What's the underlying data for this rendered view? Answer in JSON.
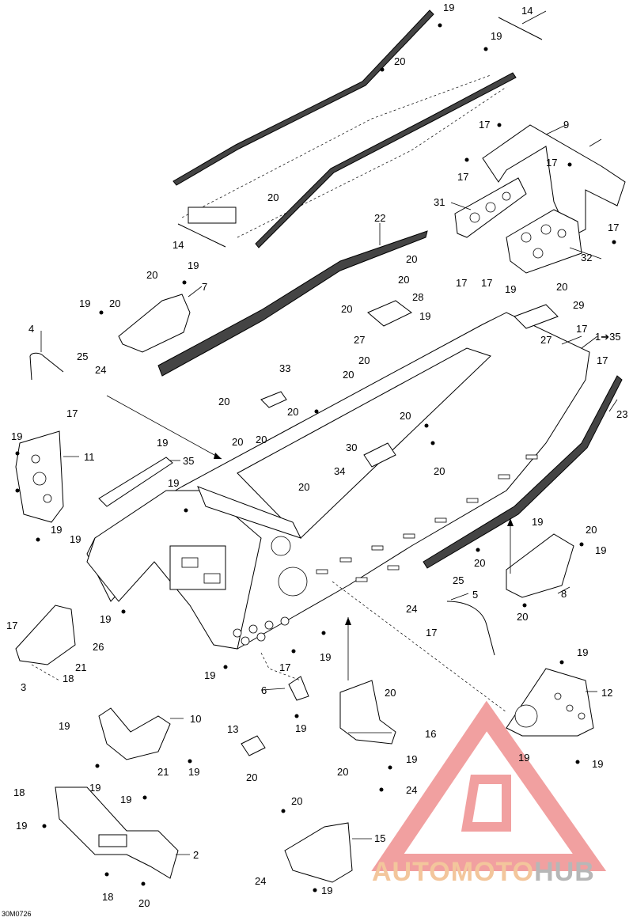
{
  "drawing_code": "30M0726",
  "brand": {
    "part1": "AUTO",
    "part2": "MOTO",
    "part3": "HUB",
    "colors": {
      "auto": "#f3c69c",
      "moto": "#f3c69c",
      "hub": "#b7b7b7",
      "triangle": "#ef8f8f"
    }
  },
  "callouts": [
    {
      "id": "c19a",
      "text": "19"
    },
    {
      "id": "c14a",
      "text": "14"
    },
    {
      "id": "c19b",
      "text": "19"
    },
    {
      "id": "c20a",
      "text": "20"
    },
    {
      "id": "c17a",
      "text": "17"
    },
    {
      "id": "c9",
      "text": "9"
    },
    {
      "id": "c17b",
      "text": "17"
    },
    {
      "id": "c17c",
      "text": "17"
    },
    {
      "id": "c20b",
      "text": "20"
    },
    {
      "id": "c31",
      "text": "31"
    },
    {
      "id": "c17d",
      "text": "17"
    },
    {
      "id": "c14b",
      "text": "14"
    },
    {
      "id": "c32",
      "text": "32"
    },
    {
      "id": "c22",
      "text": "22"
    },
    {
      "id": "c20c",
      "text": "20"
    },
    {
      "id": "c19c",
      "text": "19"
    },
    {
      "id": "c20d",
      "text": "20"
    },
    {
      "id": "c7",
      "text": "7"
    },
    {
      "id": "c20e",
      "text": "20"
    },
    {
      "id": "c17e",
      "text": "17"
    },
    {
      "id": "c17f",
      "text": "17"
    },
    {
      "id": "c19d",
      "text": "19"
    },
    {
      "id": "c20f",
      "text": "20"
    },
    {
      "id": "c19e",
      "text": "19"
    },
    {
      "id": "c20g",
      "text": "20"
    },
    {
      "id": "c28",
      "text": "28"
    },
    {
      "id": "c29",
      "text": "29"
    },
    {
      "id": "c4",
      "text": "4"
    },
    {
      "id": "c20h",
      "text": "20"
    },
    {
      "id": "c19f",
      "text": "19"
    },
    {
      "id": "c27a",
      "text": "27"
    },
    {
      "id": "c27b",
      "text": "27"
    },
    {
      "id": "c17g",
      "text": "17"
    },
    {
      "id": "c135",
      "text": "1➔35"
    },
    {
      "id": "c25a",
      "text": "25"
    },
    {
      "id": "c24a",
      "text": "24"
    },
    {
      "id": "c20i",
      "text": "20"
    },
    {
      "id": "c17h",
      "text": "17"
    },
    {
      "id": "c33",
      "text": "33"
    },
    {
      "id": "c20j",
      "text": "20"
    },
    {
      "id": "c17i",
      "text": "17"
    },
    {
      "id": "c23",
      "text": "23"
    },
    {
      "id": "c20k",
      "text": "20"
    },
    {
      "id": "c20l",
      "text": "20"
    },
    {
      "id": "c20m",
      "text": "20"
    },
    {
      "id": "c19g",
      "text": "19"
    },
    {
      "id": "c19h",
      "text": "19"
    },
    {
      "id": "c20n",
      "text": "20"
    },
    {
      "id": "c20o",
      "text": "20"
    },
    {
      "id": "c11",
      "text": "11"
    },
    {
      "id": "c35",
      "text": "35"
    },
    {
      "id": "c30",
      "text": "30"
    },
    {
      "id": "c34",
      "text": "34"
    },
    {
      "id": "c20p",
      "text": "20"
    },
    {
      "id": "c19i",
      "text": "19"
    },
    {
      "id": "c20q",
      "text": "20"
    },
    {
      "id": "c19j",
      "text": "19"
    },
    {
      "id": "c19k",
      "text": "19"
    },
    {
      "id": "c20r",
      "text": "20"
    },
    {
      "id": "c19l",
      "text": "19"
    },
    {
      "id": "c20s",
      "text": "20"
    },
    {
      "id": "c25b",
      "text": "25"
    },
    {
      "id": "c5",
      "text": "5"
    },
    {
      "id": "c8",
      "text": "8"
    },
    {
      "id": "c24b",
      "text": "24"
    },
    {
      "id": "c17j",
      "text": "17"
    },
    {
      "id": "c20t",
      "text": "20"
    },
    {
      "id": "c19m",
      "text": "19"
    },
    {
      "id": "c17k",
      "text": "17"
    },
    {
      "id": "c26",
      "text": "26"
    },
    {
      "id": "c21a",
      "text": "21"
    },
    {
      "id": "c3",
      "text": "3"
    },
    {
      "id": "c18a",
      "text": "18"
    },
    {
      "id": "c19n",
      "text": "19"
    },
    {
      "id": "c17l",
      "text": "17"
    },
    {
      "id": "c19o",
      "text": "19"
    },
    {
      "id": "c6",
      "text": "6"
    },
    {
      "id": "c19p",
      "text": "19"
    },
    {
      "id": "c20u",
      "text": "20"
    },
    {
      "id": "c16",
      "text": "16"
    },
    {
      "id": "c19q",
      "text": "19"
    },
    {
      "id": "c12",
      "text": "12"
    },
    {
      "id": "c19r",
      "text": "19"
    },
    {
      "id": "c10",
      "text": "10"
    },
    {
      "id": "c19s",
      "text": "19"
    },
    {
      "id": "c13",
      "text": "13"
    },
    {
      "id": "c21b",
      "text": "21"
    },
    {
      "id": "c19t",
      "text": "19"
    },
    {
      "id": "c20v",
      "text": "20"
    },
    {
      "id": "c19u",
      "text": "19"
    },
    {
      "id": "c20w",
      "text": "20"
    },
    {
      "id": "c19v",
      "text": "19"
    },
    {
      "id": "c19w",
      "text": "19"
    },
    {
      "id": "c24c",
      "text": "24"
    },
    {
      "id": "c19x",
      "text": "19"
    },
    {
      "id": "c18b",
      "text": "18"
    },
    {
      "id": "c19y",
      "text": "19"
    },
    {
      "id": "c20x",
      "text": "20"
    },
    {
      "id": "c15",
      "text": "15"
    },
    {
      "id": "c2",
      "text": "2"
    },
    {
      "id": "c24d",
      "text": "24"
    },
    {
      "id": "c19z",
      "text": "19"
    },
    {
      "id": "c18c",
      "text": "18"
    },
    {
      "id": "c19aa",
      "text": "19"
    },
    {
      "id": "c20y",
      "text": "20"
    }
  ]
}
